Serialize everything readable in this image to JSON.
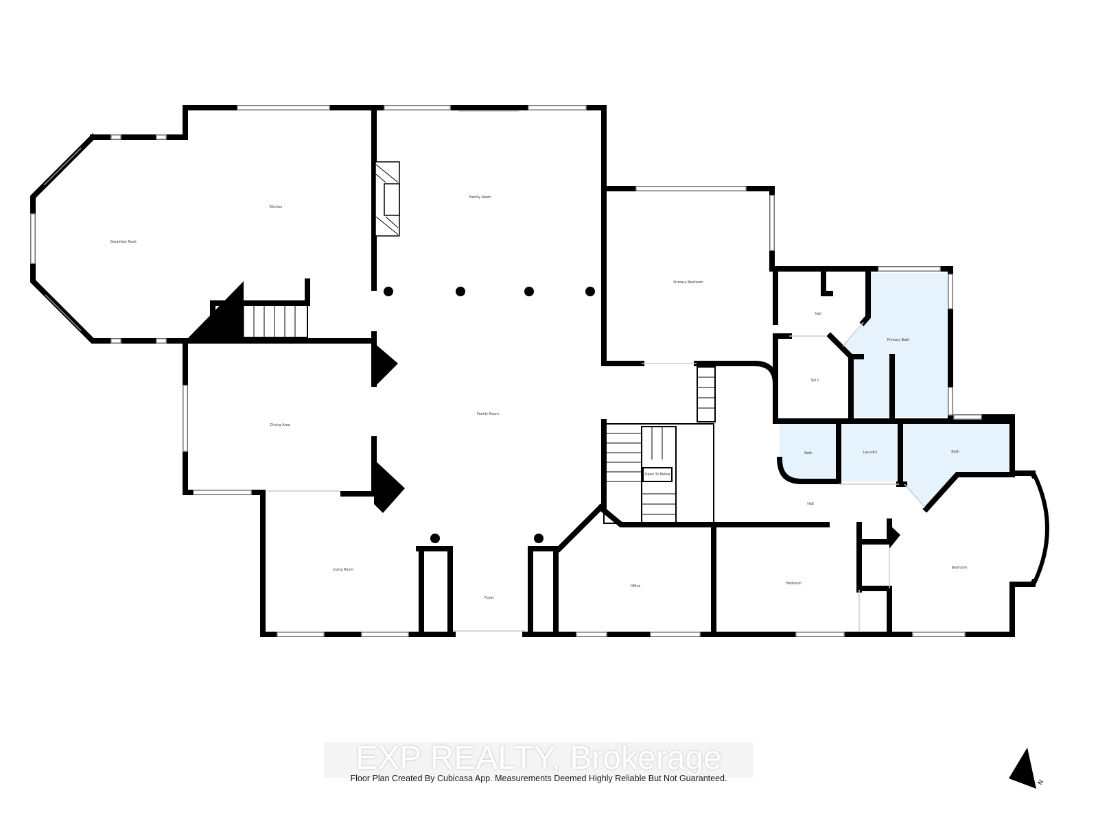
{
  "rooms": {
    "breakfast_nook": "Breakfast Nook",
    "kitchen": "Kitchen",
    "family_room_upper": "Family Room",
    "family_room_lower": "Family Room",
    "primary_bedroom": "Primary Bedroom",
    "hall_upper": "Hall",
    "primary_bath": "Primary Bath",
    "wic": "W.I.C.",
    "bath_1": "Bath",
    "laundry": "Laundry",
    "bath_2": "Bath",
    "dining_area": "Dining Area",
    "open_to_below": "Open To Below",
    "hall_lower": "Hall",
    "living_room": "Living Room",
    "foyer": "Foyer",
    "office": "Office",
    "bedroom_1": "Bedroom",
    "bedroom_2": "Bedroom"
  },
  "watermark": "EXP REALTY, Brokerage",
  "credit": "Floor Plan Created By Cubicasa App. Measurements Deemed Highly Reliable But Not Guaranteed.",
  "compass": "N",
  "colors": {
    "wet_room_fill": "#E6F3FC",
    "wall": "#000000"
  }
}
